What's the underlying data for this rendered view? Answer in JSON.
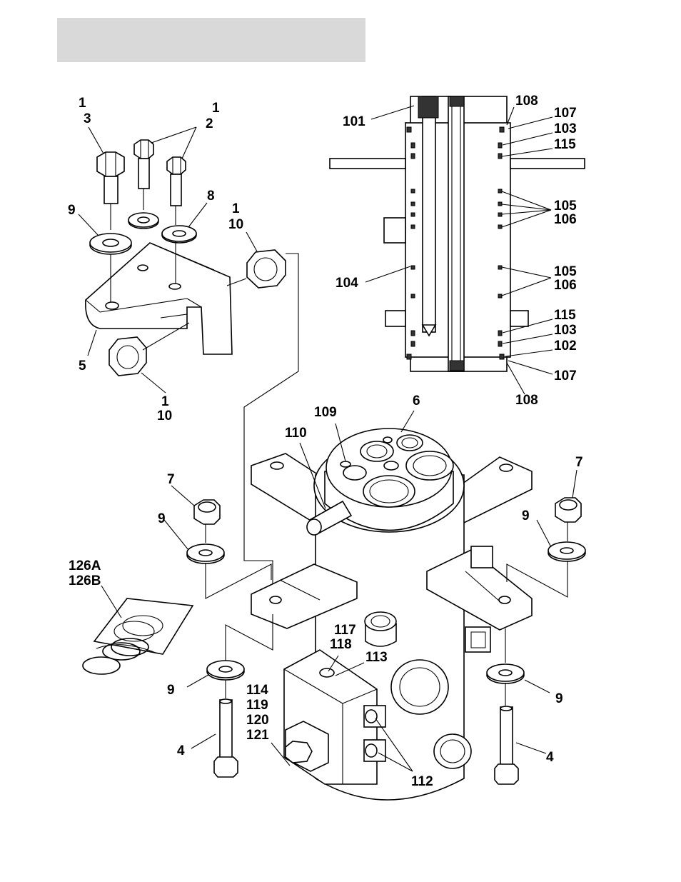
{
  "header": {
    "title": ""
  },
  "callouts": {
    "c1_a": "1",
    "c3": "3",
    "c1_b": "1",
    "c2": "2",
    "c9_a": "9",
    "c8": "8",
    "c1_c": "1",
    "c10_a": "10",
    "c5": "5",
    "c1_d": "1",
    "c10_b": "10",
    "c101": "101",
    "c108_a": "108",
    "c107_a": "107",
    "c103_a": "103",
    "c115_a": "115",
    "c105_a": "105",
    "c106_a": "106",
    "c104": "104",
    "c105_b": "105",
    "c106_b": "106",
    "c115_b": "115",
    "c103_b": "103",
    "c102": "102",
    "c107_b": "107",
    "c108_b": "108",
    "c6": "6",
    "c109": "109",
    "c110": "110",
    "c7_a": "7",
    "c9_b": "9",
    "c7_b": "7",
    "c9_c": "9",
    "c126a": "126A",
    "c126b": "126B",
    "c117": "117",
    "c118": "118",
    "c113": "113",
    "c9_d": "9",
    "c114": "114",
    "c119": "119",
    "c120": "120",
    "c121": "121",
    "c4_a": "4",
    "c112": "112",
    "c9_e": "9",
    "c4_b": "4"
  }
}
